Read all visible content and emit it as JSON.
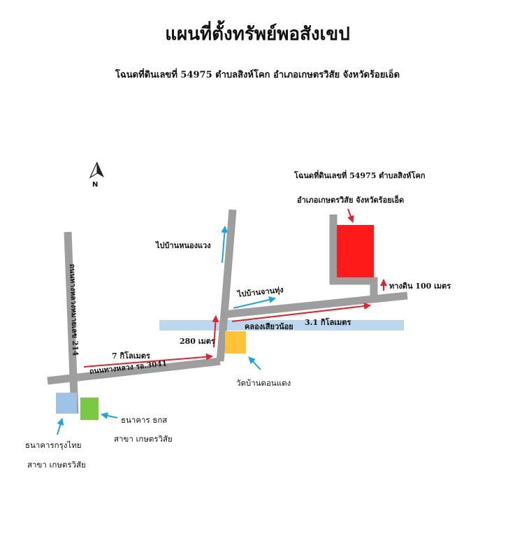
{
  "title": "แผนที่ตั้งทรัพย์พอสังเขป",
  "subtitle": "โฉนดที่ดินเลขที่ 54975 ตำบลสิงห์โคก อำเภอเกษตรวิสัย จังหวัดร้อยเอ็ด",
  "north": {
    "letter": "N",
    "icon": "north-arrow-icon"
  },
  "property": {
    "line1": "โฉนดที่ดินเลขที่ 54975 ตำบลสิงห์โคก",
    "line2": "อำเภอเกษตรวิสัย จังหวัดร้อยเอ็ด",
    "color": "#ff1a1a"
  },
  "roads": {
    "vertical_left": "ถนนทางหลวงหมายเลข 214",
    "main": "ถนนทางหลวง รอ.3041"
  },
  "labels": {
    "dist_7km": "7 กิโลเมตร",
    "dist_280m": "280 เมตร",
    "dist_31km": "3.1 กิโลเมตร",
    "dist_100m": "ทางดิน 100 เมตร",
    "to_nong_waeng": "ไปบ้านหนองแวง",
    "to_chan_thung": "ไปบ้านจานทุ่ง",
    "canal": "คลองเสียวน้อย",
    "temple": "วัดบ้านดอนแดง",
    "bank1_line1": "ธนาคารกรุงไทย",
    "bank1_line2": "สาขา เกษตรวิสัย",
    "bank2_line1": "ธนาคาร ธกส",
    "bank2_line2": "สาขา เกษตรวิสัย"
  },
  "colors": {
    "road": "#9e9e9e",
    "canal": "#bcd7ee",
    "temple": "#ffc33a",
    "bank1": "#9ec3e6",
    "bank2": "#7ac943",
    "arrow_red": "#e8202a",
    "arrow_blue": "#1aa3e8"
  }
}
